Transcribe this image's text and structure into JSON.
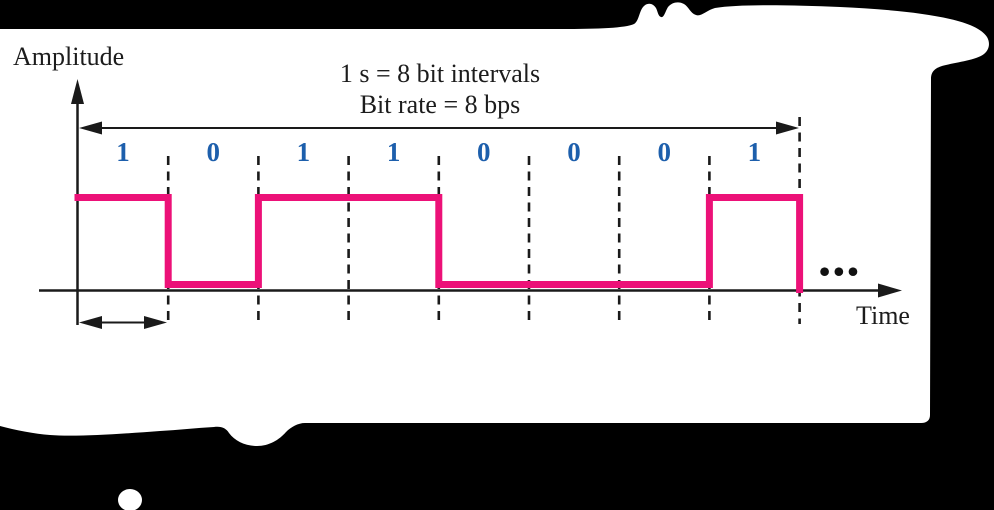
{
  "figure": {
    "amplitude_label": "Amplitude",
    "time_label": "Time",
    "caption_line1": "1 s = 8 bit intervals",
    "caption_line2": "Bit rate = 8 bps",
    "ellipsis": "•••"
  },
  "signal": {
    "bits": [
      "1",
      "0",
      "1",
      "1",
      "0",
      "0",
      "0",
      "1"
    ]
  },
  "chart_data": {
    "type": "line",
    "subtype": "digital-square-waveform",
    "title": "1 s = 8 bit intervals",
    "subtitle": "Bit rate = 8 bps",
    "xlabel": "Time",
    "ylabel": "Amplitude",
    "bit_sequence": [
      1,
      0,
      1,
      1,
      0,
      0,
      0,
      1
    ],
    "bit_intervals_per_second": 8,
    "bit_rate_bps": 8,
    "levels": {
      "high": 1,
      "low": 0
    },
    "annotations": [
      "double-headed arrow spanning all 8 bit intervals",
      "small double-headed arrow marking one bit interval",
      "continuation dots after last bit"
    ]
  },
  "colors": {
    "background": "#000000",
    "panel": "#ffffff",
    "signal": "#ec1178",
    "bit_label": "#1d5fac",
    "axis": "#1a1a1a"
  }
}
